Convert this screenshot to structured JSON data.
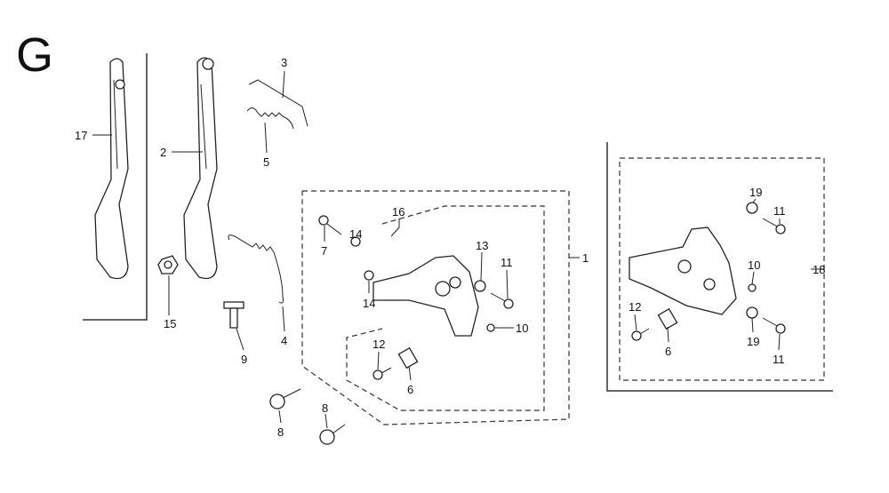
{
  "section_letter": "G",
  "callouts": {
    "c17": "17",
    "c2": "2",
    "c3": "3",
    "c5": "5",
    "c15": "15",
    "c9": "9",
    "c4": "4",
    "c8a": "8",
    "c8b": "8",
    "c16": "16",
    "c7": "7",
    "c14a": "14",
    "c14b": "14",
    "c13": "13",
    "c11a": "11",
    "c1": "1",
    "c12a": "12",
    "c6a": "6",
    "c10a": "10",
    "c19a": "19",
    "c11b": "11",
    "c18": "18",
    "c10b": "10",
    "c12b": "12",
    "c6b": "6",
    "c19b": "19",
    "c11c": "11"
  }
}
